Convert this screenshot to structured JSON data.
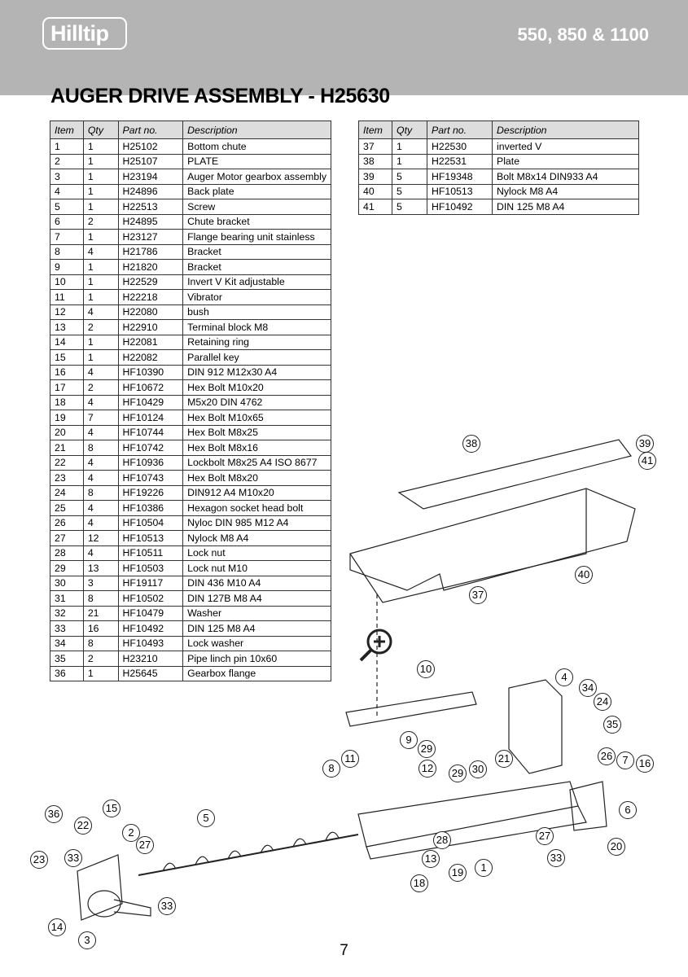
{
  "header": {
    "logo": "Hilltip",
    "models": "550, 850 & 1100"
  },
  "title": "AUGER DRIVE ASSEMBLY - H25630",
  "columns": [
    "Item",
    "Qty",
    "Part no.",
    "Description"
  ],
  "parts_left": [
    [
      "1",
      "1",
      "H25102",
      "Bottom chute"
    ],
    [
      "2",
      "1",
      "H25107",
      "PLATE"
    ],
    [
      "3",
      "1",
      "H23194",
      "Auger Motor gearbox assembly"
    ],
    [
      "4",
      "1",
      "H24896",
      "Back plate"
    ],
    [
      "5",
      "1",
      "H22513",
      "Screw"
    ],
    [
      "6",
      "2",
      "H24895",
      "Chute bracket"
    ],
    [
      "7",
      "1",
      "H23127",
      "Flange bearing unit stainless"
    ],
    [
      "8",
      "4",
      "H21786",
      "Bracket"
    ],
    [
      "9",
      "1",
      "H21820",
      "Bracket"
    ],
    [
      "10",
      "1",
      "H22529",
      "Invert V Kit adjustable"
    ],
    [
      "11",
      "1",
      "H22218",
      "Vibrator"
    ],
    [
      "12",
      "4",
      "H22080",
      "bush"
    ],
    [
      "13",
      "2",
      "H22910",
      "Terminal block M8"
    ],
    [
      "14",
      "1",
      "H22081",
      "Retaining ring"
    ],
    [
      "15",
      "1",
      "H22082",
      "Parallel key"
    ],
    [
      "16",
      "4",
      "HF10390",
      "DIN 912 M12x30 A4"
    ],
    [
      "17",
      "2",
      "HF10672",
      "Hex Bolt M10x20"
    ],
    [
      "18",
      "4",
      "HF10429",
      "M5x20 DIN 4762"
    ],
    [
      "19",
      "7",
      "HF10124",
      "Hex Bolt M10x65"
    ],
    [
      "20",
      "4",
      "HF10744",
      "Hex Bolt M8x25"
    ],
    [
      "21",
      "8",
      "HF10742",
      "Hex Bolt M8x16"
    ],
    [
      "22",
      "4",
      "HF10936",
      "Lockbolt M8x25 A4 ISO 8677"
    ],
    [
      "23",
      "4",
      "HF10743",
      "Hex Bolt M8x20"
    ],
    [
      "24",
      "8",
      "HF19226",
      "DIN912 A4 M10x20"
    ],
    [
      "25",
      "4",
      "HF10386",
      "Hexagon socket head bolt"
    ],
    [
      "26",
      "4",
      "HF10504",
      "Nyloc DIN 985 M12 A4"
    ],
    [
      "27",
      "12",
      "HF10513",
      "Nylock M8 A4"
    ],
    [
      "28",
      "4",
      "HF10511",
      "Lock nut"
    ],
    [
      "29",
      "13",
      "HF10503",
      "Lock nut M10"
    ],
    [
      "30",
      "3",
      "HF19117",
      "DIN 436 M10 A4"
    ],
    [
      "31",
      "8",
      "HF10502",
      "DIN 127B M8 A4"
    ],
    [
      "32",
      "21",
      "HF10479",
      "Washer"
    ],
    [
      "33",
      "16",
      "HF10492",
      "DIN 125 M8 A4"
    ],
    [
      "34",
      "8",
      "HF10493",
      "Lock washer"
    ],
    [
      "35",
      "2",
      "H23210",
      "Pipe linch pin 10x60"
    ],
    [
      "36",
      "1",
      "H25645",
      "Gearbox flange"
    ]
  ],
  "parts_right": [
    [
      "37",
      "1",
      "H22530",
      "inverted V"
    ],
    [
      "38",
      "1",
      "H22531",
      "Plate"
    ],
    [
      "39",
      "5",
      "HF19348",
      "Bolt M8x14 DIN933 A4"
    ],
    [
      "40",
      "5",
      "HF10513",
      "Nylock M8 A4"
    ],
    [
      "41",
      "5",
      "HF10492",
      "DIN 125 M8 A4"
    ]
  ],
  "callouts": [
    "38",
    "39",
    "41",
    "40",
    "37",
    "10",
    "4",
    "34",
    "24",
    "35",
    "9",
    "29",
    "11",
    "8",
    "12",
    "29",
    "30",
    "21",
    "26",
    "7",
    "16",
    "6",
    "15",
    "36",
    "5",
    "22",
    "2",
    "27",
    "28",
    "27",
    "20",
    "23",
    "33",
    "13",
    "33",
    "1",
    "19",
    "18",
    "33",
    "14",
    "3"
  ],
  "page_number": "7"
}
